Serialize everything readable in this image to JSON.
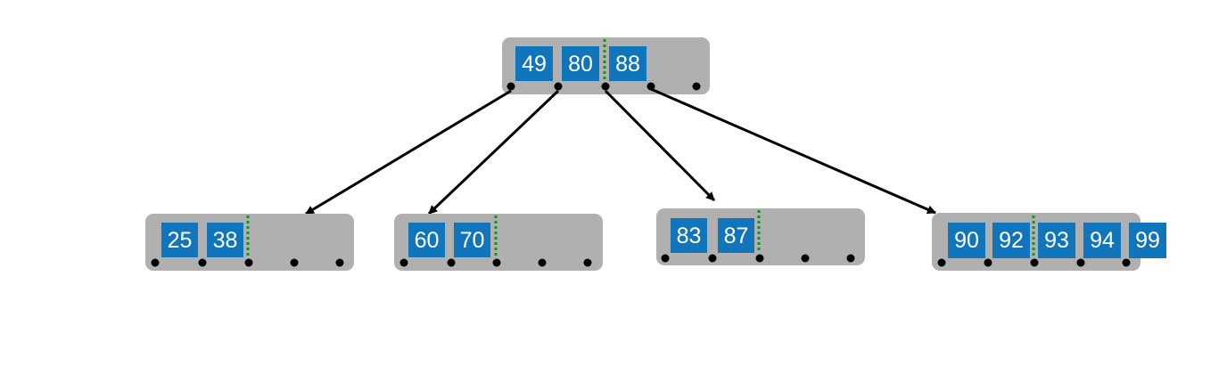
{
  "tree": {
    "root": {
      "keys": [
        "49",
        "80",
        "88"
      ],
      "pointers": 5,
      "split_after": 2
    },
    "leaves": [
      {
        "keys": [
          "25",
          "38"
        ],
        "pointers": 5,
        "split_after": 2
      },
      {
        "keys": [
          "60",
          "70"
        ],
        "pointers": 5,
        "split_after": 2
      },
      {
        "keys": [
          "83",
          "87"
        ],
        "pointers": 5,
        "split_after": 2
      },
      {
        "keys": [
          "90",
          "92",
          "93",
          "94",
          "99"
        ],
        "pointers": 5,
        "split_after": 2
      }
    ],
    "edges": [
      {
        "from_pointer": 0,
        "to_leaf": 0
      },
      {
        "from_pointer": 1,
        "to_leaf": 1
      },
      {
        "from_pointer": 2,
        "to_leaf": 2
      },
      {
        "from_pointer": 3,
        "to_leaf": 3
      }
    ],
    "colors": {
      "node_fill": "#b0b0b0",
      "key_fill": "#1175bb",
      "key_text": "#ffffff",
      "split_marker": "#1f8a2a",
      "edge": "#000000"
    }
  }
}
